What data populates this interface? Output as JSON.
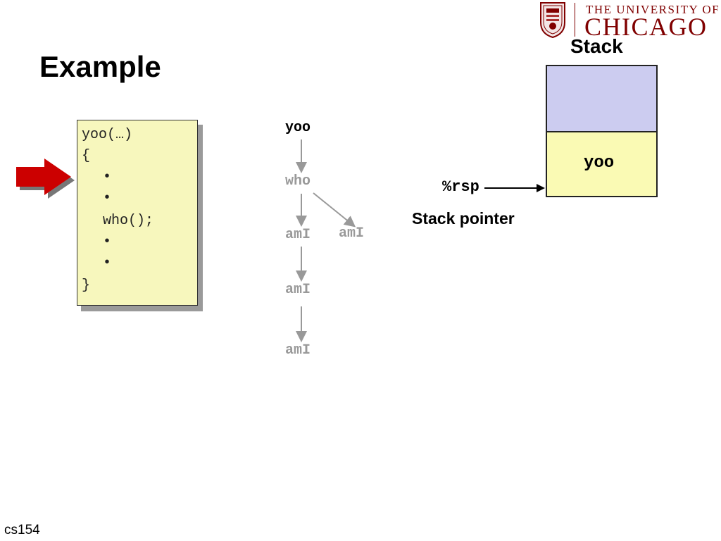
{
  "header": {
    "logo_line1": "THE UNIVERSITY OF",
    "logo_line2": "CHICAGO",
    "title": "Example"
  },
  "code": {
    "lines": [
      "yoo(…)",
      "{",
      "•",
      "•",
      "who();",
      "•",
      "•",
      "}"
    ]
  },
  "call_tree": {
    "root": "yoo",
    "child": "who",
    "grandchild_left": "amI",
    "grandchild_right": "amI",
    "level3": "amI",
    "level4": "amI"
  },
  "stack": {
    "label": "Stack",
    "frame": "yoo",
    "register": "%rsp",
    "pointer_label": "Stack pointer"
  },
  "footer": {
    "course": "cs154"
  },
  "colors": {
    "maroon": "#800000",
    "code_bg": "#f7f7bd",
    "stack_top": "#ccccf0",
    "stack_frame": "#fafab4",
    "arrow_red": "#cc0000",
    "inactive_gray": "#999999"
  }
}
